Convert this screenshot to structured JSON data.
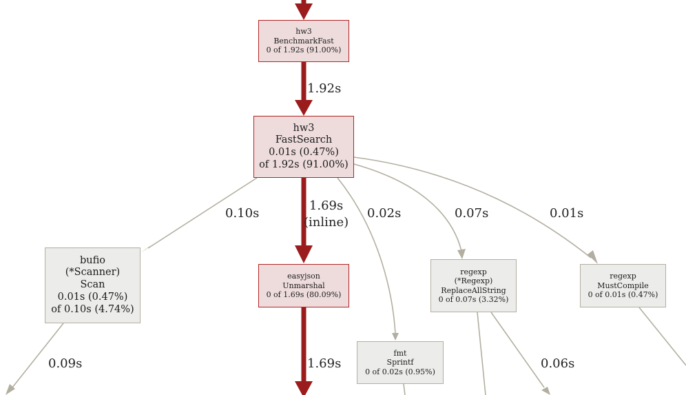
{
  "nodes": {
    "benchmark_fast": {
      "lines": [
        "hw3",
        "BenchmarkFast",
        "0 of 1.92s (91.00%)"
      ],
      "hot": true
    },
    "fast_search": {
      "lines": [
        "hw3",
        "FastSearch",
        "0.01s (0.47%)",
        "of 1.92s (91.00%)"
      ],
      "hot": true
    },
    "bufio_scan": {
      "lines": [
        "bufio",
        "(*Scanner)",
        "Scan",
        "0.01s (0.47%)",
        "of 0.10s (4.74%)"
      ],
      "hot": false
    },
    "easyjson_unmarshal": {
      "lines": [
        "easyjson",
        "Unmarshal",
        "0 of 1.69s (80.09%)"
      ],
      "hot": true
    },
    "regexp_replace_all_string": {
      "lines": [
        "regexp",
        "(*Regexp)",
        "ReplaceAllString",
        "0 of 0.07s (3.32%)"
      ],
      "hot": false
    },
    "regexp_must_compile": {
      "lines": [
        "regexp",
        "MustCompile",
        "0 of 0.01s (0.47%)"
      ],
      "hot": false
    },
    "fmt_sprintf": {
      "lines": [
        "fmt",
        "Sprintf",
        "0 of 0.02s (0.95%)"
      ],
      "hot": false
    }
  },
  "edges": {
    "benchmark_to_fastsearch": "1.92s",
    "fastsearch_to_bufio": "0.10s",
    "fastsearch_to_easyjson": "1.69s",
    "fastsearch_to_easyjson_note": "(inline)",
    "fastsearch_to_sprintf": "0.02s",
    "fastsearch_to_replaceall": "0.07s",
    "fastsearch_to_mustcompile": "0.01s",
    "bufio_out": "0.09s",
    "easyjson_out": "1.69s",
    "replaceall_out": "0.06s"
  },
  "colors": {
    "hot_fill": "#eedcdc",
    "hot_border": "#b22222",
    "hot_edge": "#9b1c1c",
    "cold_fill": "#ececea",
    "cold_border": "#b2aea0",
    "cold_edge": "#b2aea0"
  }
}
